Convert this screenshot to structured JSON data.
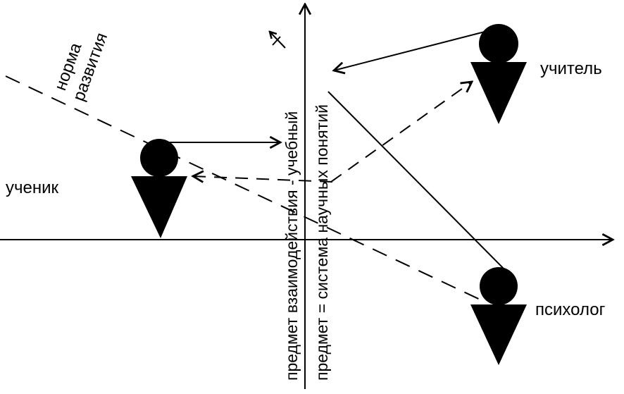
{
  "labels": {
    "norm_line1": "норма",
    "norm_line2": "развития",
    "axis_line1": "предмет взаимодействия - учебный",
    "axis_line2": "предмет = система научных понятий",
    "student": "ученик",
    "teacher": "учитель",
    "psychologist": "психолог"
  },
  "colors": {
    "ink": "#000000",
    "background": "#ffffff"
  }
}
